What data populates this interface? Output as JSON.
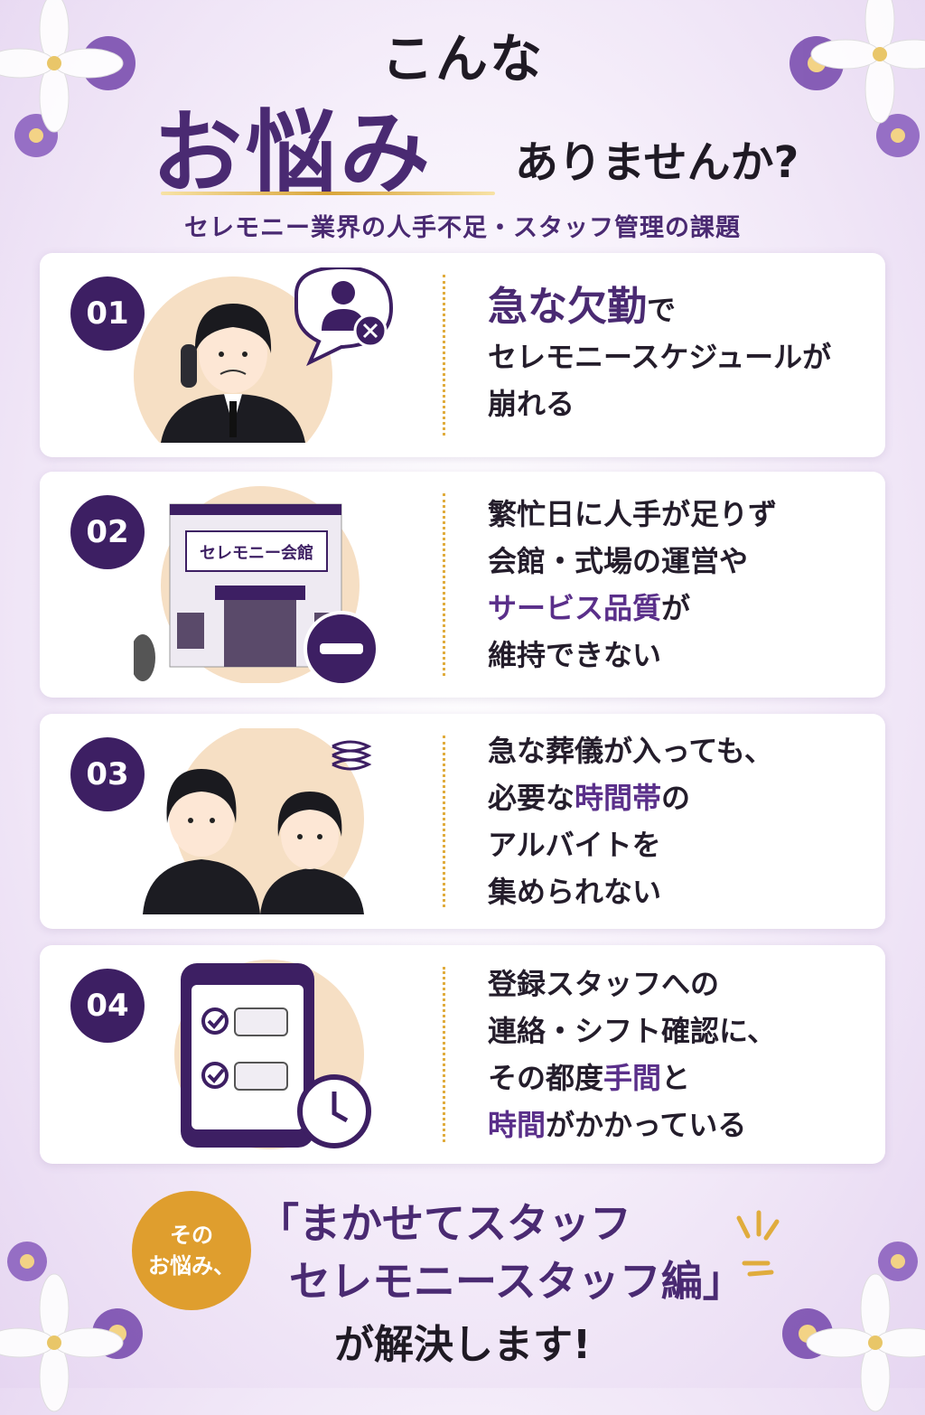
{
  "header": {
    "line1": "こんな",
    "line2": "お悩み",
    "line3": "ありませんか?",
    "subtitle": "セレモニー業界の人手不足・スタッフ管理の課題"
  },
  "cards": [
    {
      "number": "01",
      "emph": "急な欠勤",
      "emph_suffix": "で",
      "line2": "セレモニースケジュールが",
      "line3": "崩れる"
    },
    {
      "number": "02",
      "line1": "繁忙日に人手が足りず",
      "line2": "会館・式場の運営や",
      "line3_hl": "サービス品質",
      "line3_rest": "が",
      "line4": "維持できない",
      "sign": "セレモニー会館"
    },
    {
      "number": "03",
      "line1": "急な葬儀が入っても、",
      "line2_pre": "必要な",
      "line2_hl": "時間帯",
      "line2_post": "の",
      "line3": "アルバイトを",
      "line4": "集められない"
    },
    {
      "number": "04",
      "line1": "登録スタッフへの",
      "line2": "連絡・シフト確認に、",
      "line3_pre": "その都度",
      "line3_hl": "手間",
      "line3_post": "と",
      "line4_hl": "時間",
      "line4_post": "がかかっている"
    }
  ],
  "cta": {
    "badge_line1": "その",
    "badge_line2": "お悩み、",
    "line1": "「まかせてスタッフ",
    "line2": "セレモニースタッフ編」",
    "line3": "が解決します!"
  },
  "colors": {
    "purple": "#4a2a72",
    "badge": "#3d1f63",
    "gold": "#df9e2e"
  }
}
